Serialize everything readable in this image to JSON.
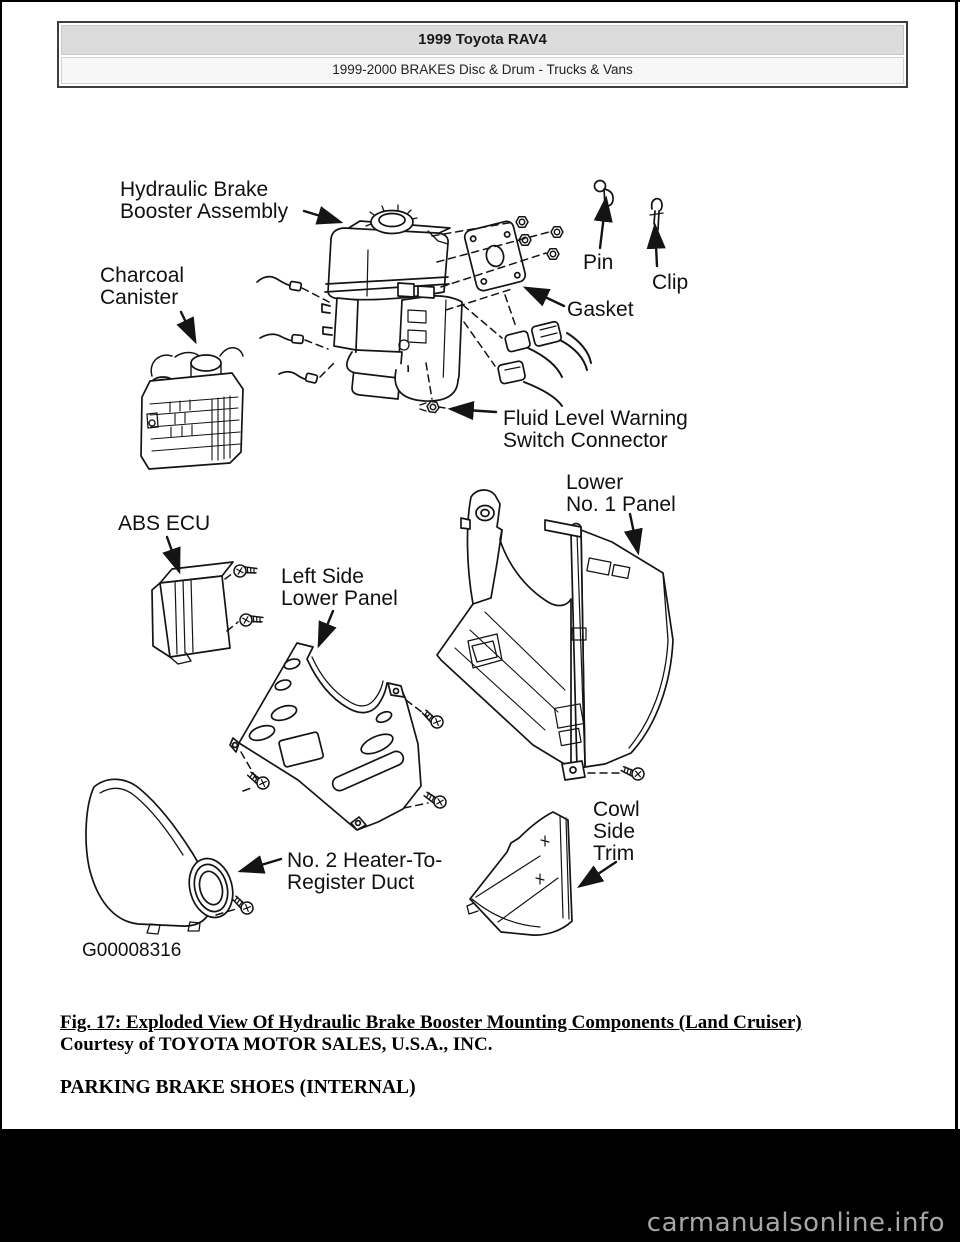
{
  "header": {
    "title": "1999 Toyota RAV4",
    "subtitle": "1999-2000 BRAKES Disc & Drum - Trucks & Vans"
  },
  "figure": {
    "code": "G00008316",
    "labels": {
      "booster": {
        "lines": [
          "Hydraulic Brake",
          "Booster Assembly"
        ]
      },
      "canister": {
        "lines": [
          "Charcoal",
          "Canister"
        ]
      },
      "pin": {
        "lines": [
          "Pin"
        ]
      },
      "clip": {
        "lines": [
          "Clip"
        ]
      },
      "gasket": {
        "lines": [
          "Gasket"
        ]
      },
      "fluid": {
        "lines": [
          "Fluid Level Warning",
          "Switch Connector"
        ]
      },
      "lower1": {
        "lines": [
          "Lower",
          "No. 1 Panel"
        ]
      },
      "absecu": {
        "lines": [
          "ABS ECU"
        ]
      },
      "leftpanel": {
        "lines": [
          "Left Side",
          "Lower Panel"
        ]
      },
      "duct": {
        "lines": [
          "No. 2 Heater-To-",
          "Register Duct"
        ]
      },
      "cowl": {
        "lines": [
          "Cowl",
          "Side",
          "Trim"
        ]
      }
    }
  },
  "caption": {
    "figure_caption": "Fig. 17: Exploded View Of Hydraulic Brake Booster Mounting Components (Land Cruiser)",
    "courtesy": "Courtesy of TOYOTA MOTOR SALES, U.S.A., INC.",
    "section_heading": "PARKING BRAKE SHOES (INTERNAL)"
  },
  "watermark": "carmanualsonline.info",
  "colors": {
    "header_row1_bg": "#dcdcdc",
    "header_row2_bg": "#f7f7f7",
    "line_art": "#141414",
    "footer_bar": "#000000",
    "watermark_text": "#a6a6a6"
  }
}
